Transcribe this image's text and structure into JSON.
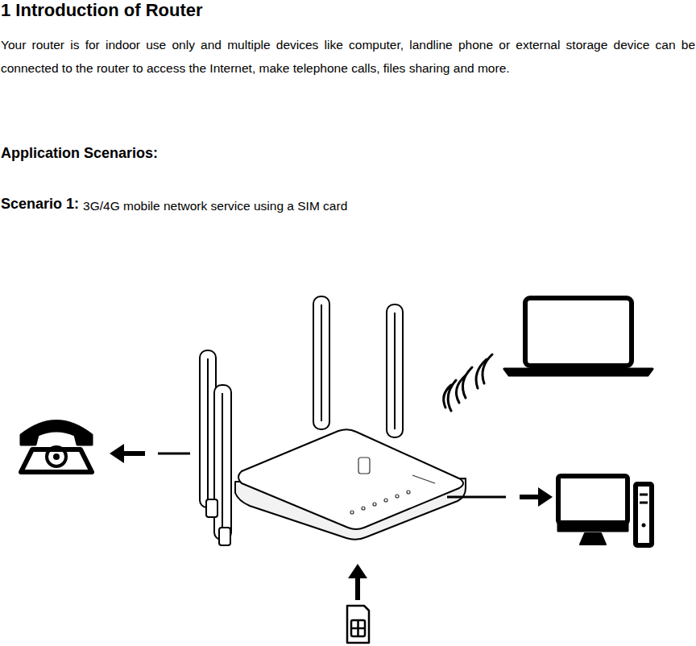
{
  "diagram": {
    "title": "1 Introduction of Router",
    "labels": [
      "Your router is for indoor use only and multiple devices like computer, landline phone or external storage device can be connected to the router to access the Internet, make telephone calls, files sharing and more.",
      "Application Scenarios:",
      "Scenario 1:",
      "3G/4G mobile network service using a SIM card"
    ]
  }
}
